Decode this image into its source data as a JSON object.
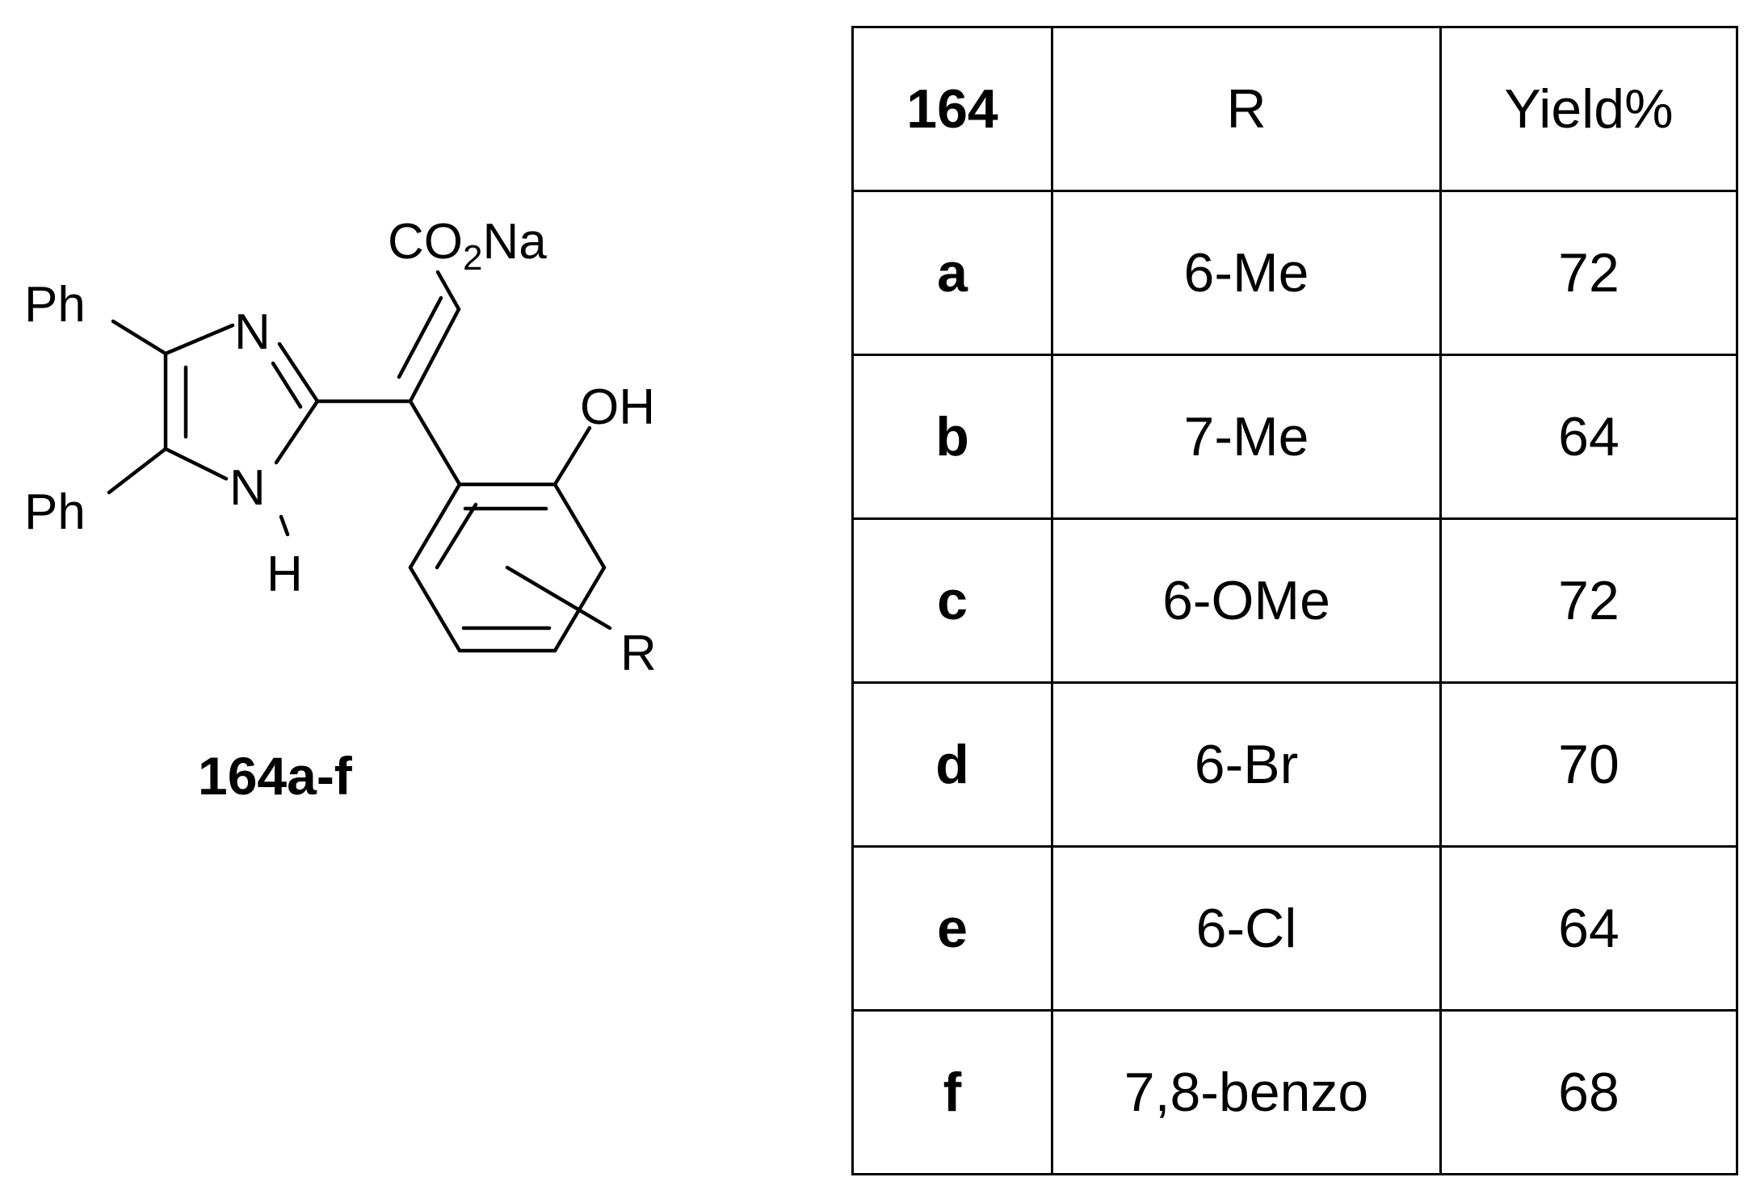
{
  "structure": {
    "substituents": {
      "ph_top": "Ph",
      "ph_bottom": "Ph",
      "n_imine": "N",
      "n_amine": "N",
      "h_amine": "H",
      "carboxylate_co": "CO",
      "carboxylate_sub": "2",
      "carboxylate_na": "Na",
      "hydroxyl": "OH",
      "r_group": "R"
    },
    "compound_label": "164a-f"
  },
  "table": {
    "headers": [
      "164",
      "R",
      "Yield%"
    ],
    "rows": [
      [
        "a",
        "6-Me",
        "72"
      ],
      [
        "b",
        "7-Me",
        "64"
      ],
      [
        "c",
        "6-OMe",
        "72"
      ],
      [
        "d",
        "6-Br",
        "70"
      ],
      [
        "e",
        "6-Cl",
        "64"
      ],
      [
        "f",
        "7,8-benzo",
        "68"
      ]
    ]
  }
}
